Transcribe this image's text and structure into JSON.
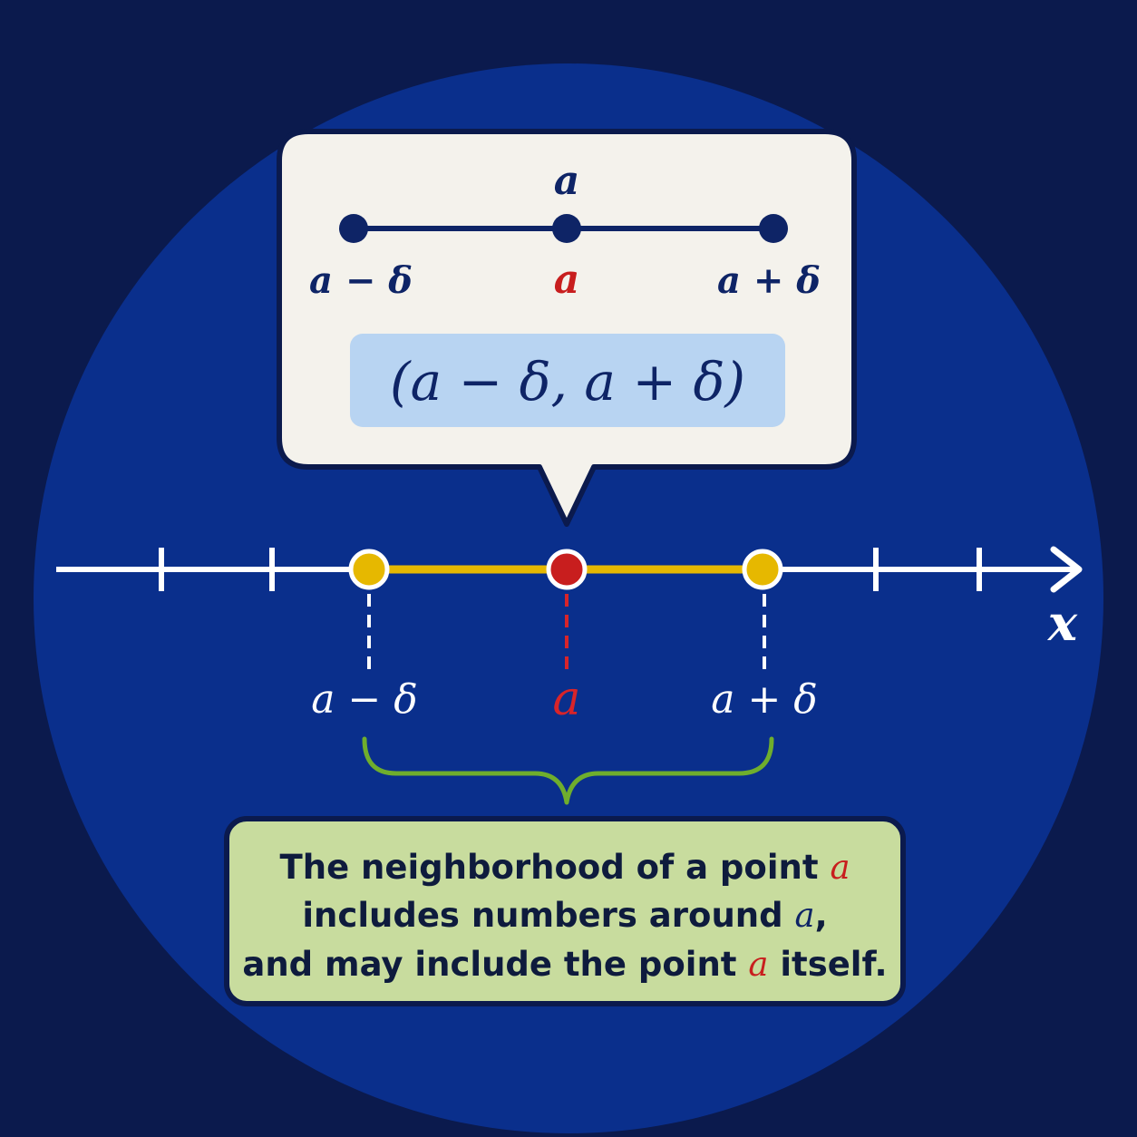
{
  "colors": {
    "background": "#0b1a4d",
    "circle": "#0a2f8c",
    "callout_fill": "#f4f2ec",
    "interval_box": "#b8d4f2",
    "navy_text": "#0e2466",
    "red": "#c81e1e",
    "yellow": "#e6b800",
    "green": "#6fae2d",
    "caption_fill": "#c8dc9e",
    "white": "#ffffff"
  },
  "callout": {
    "top_label": "a",
    "left_label": "a − δ",
    "center_label": "a",
    "right_label": "a + δ",
    "interval_notation": "(a − δ, a + δ)"
  },
  "axis": {
    "variable": "x",
    "left_label": "a − δ",
    "center_label": "a",
    "right_label": "a + δ"
  },
  "caption": {
    "line1": {
      "text": "The neighborhood of a point ",
      "var": "a",
      "tail": ""
    },
    "line2": {
      "text": "includes numbers around ",
      "var": "a",
      "tail": ","
    },
    "line3": {
      "text": "and may include the point ",
      "var": "a",
      "tail": " itself."
    }
  }
}
